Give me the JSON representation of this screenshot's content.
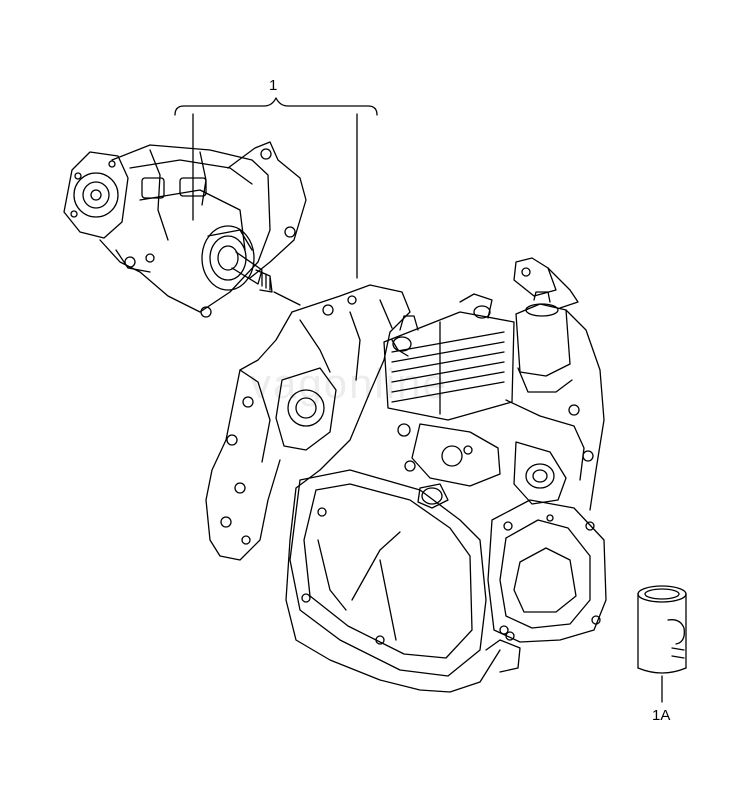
{
  "diagram": {
    "callouts": [
      {
        "id": "1",
        "label": "1"
      },
      {
        "id": "1A",
        "label": "1A"
      }
    ],
    "parts": [
      {
        "name": "transfer-case",
        "callout": "1"
      },
      {
        "name": "gearbox-housing",
        "callout": "1"
      },
      {
        "name": "oil-filter",
        "callout": "1A"
      }
    ],
    "watermark": "vagonline"
  }
}
